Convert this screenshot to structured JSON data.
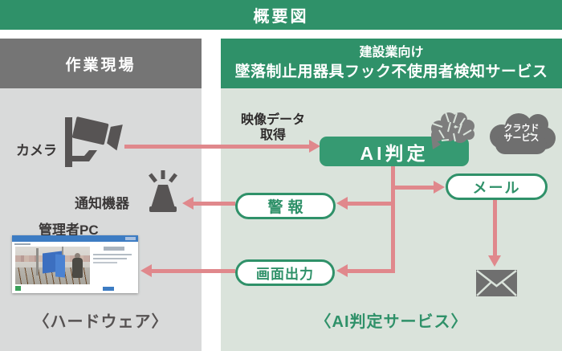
{
  "title": "概要図",
  "left_panel": {
    "header": "作業現場",
    "camera_label": "カメラ",
    "notifier_label": "通知機器",
    "admin_pc_label": "管理者PC",
    "footer": "〈ハードウェア〉"
  },
  "right_panel": {
    "header_line1": "建設業向け",
    "header_line2": "墜落制止用器具フック不使用者検知サービス",
    "video_label_line1": "映像データ",
    "video_label_line2": "取得",
    "ai_box_label": "AI判定",
    "cloud_label_line1": "クラウド",
    "cloud_label_line2": "サービス",
    "mail_label": "メール",
    "alarm_label": "警報",
    "screen_output_label": "画面出力",
    "footer": "〈AI判定サービス〉"
  },
  "colors": {
    "brand_green": "#2f9169",
    "ai_box_green": "#369a72",
    "header_gray": "#757575",
    "left_panel_bg": "#d9dada",
    "right_panel_bg": "#dae3db",
    "arrow_pink": "#e0888c",
    "icon_dark_gray": "#575454",
    "cloud_gray": "#6f6f6f"
  }
}
